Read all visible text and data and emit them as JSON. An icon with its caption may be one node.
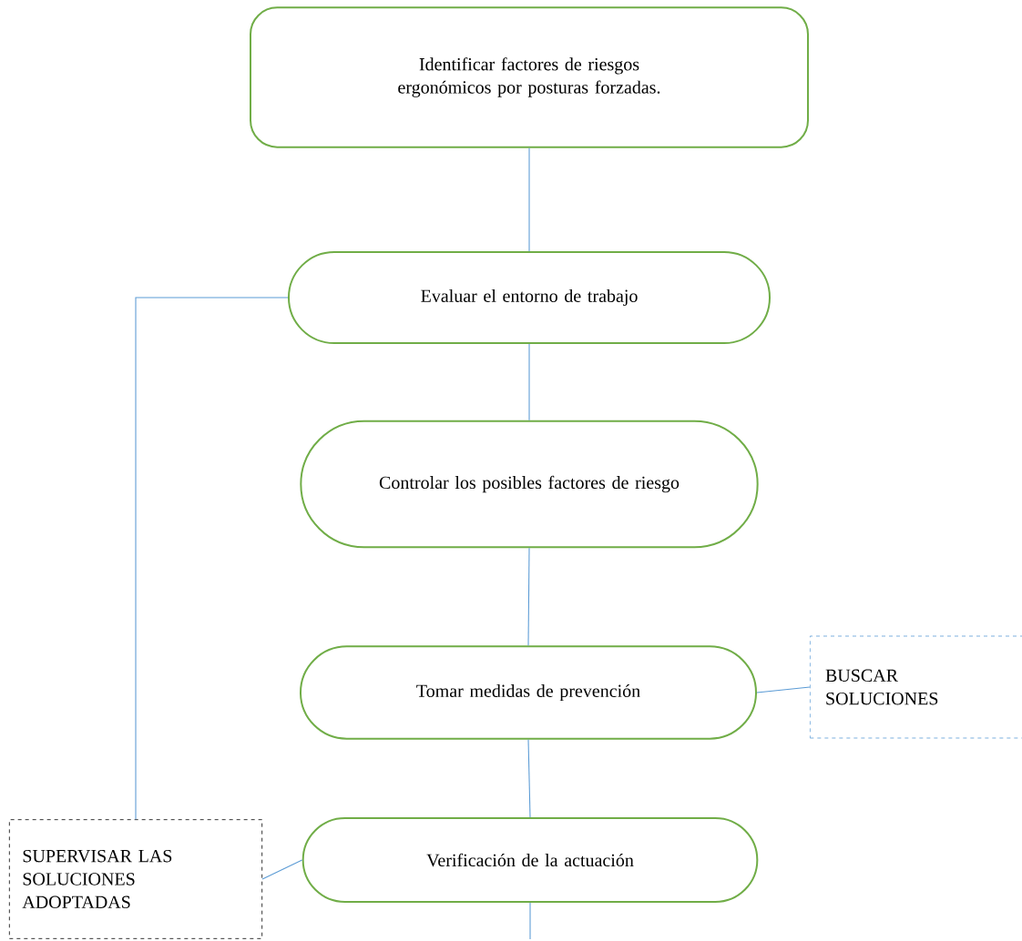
{
  "diagram": {
    "nodes": [
      {
        "text": [
          "Identificar factores de riesgos ergonómicos por posturas forzadas."
        ]
      },
      {
        "text": [
          "Evaluar el entorno de trabajo"
        ]
      },
      {
        "text": [
          "Controlar  los posibles factores de riesgo"
        ]
      },
      {
        "text": [
          "Tomar medidas de prevención"
        ]
      },
      {
        "text": [
          "BUSCAR SOLUCIONES"
        ]
      },
      {
        "text": [
          "Verificación de la actuación"
        ]
      },
      {
        "text": [
          "SUPERVISAR LAS SOLUCIONES ADOPTADAS"
        ]
      }
    ],
    "edges": [
      {
        "from": 0,
        "to": 1,
        "arrow": "none"
      },
      {
        "from": 1,
        "to": 2,
        "arrow": "none"
      },
      {
        "from": 2,
        "to": 3,
        "arrow": "none"
      },
      {
        "from": 3,
        "to": 4,
        "arrow": "none"
      },
      {
        "from": 3,
        "to": 5,
        "arrow": "none"
      },
      {
        "from": 6,
        "to": 5,
        "arrow": "none"
      },
      {
        "from": 1,
        "to": 6,
        "arrow": "none"
      },
      {
        "from": 5,
        "to": null,
        "arrow": "none"
      }
    ]
  }
}
